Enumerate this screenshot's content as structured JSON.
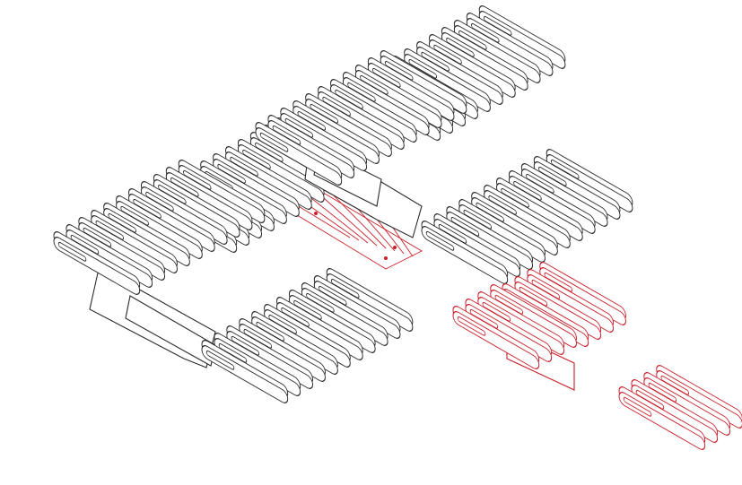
{
  "colors": {
    "line": "#2b2b2b",
    "highlight": "#c8202a",
    "background": "#ffffff"
  },
  "modules": [
    {
      "name": "left-belt-module",
      "color_key": "line",
      "slats_per_row": 11
    },
    {
      "name": "top-belt-module",
      "color_key": "line",
      "slats_per_row": 11
    },
    {
      "name": "red-belt-module",
      "color_key": "highlight",
      "slats_per_row": 4
    }
  ]
}
